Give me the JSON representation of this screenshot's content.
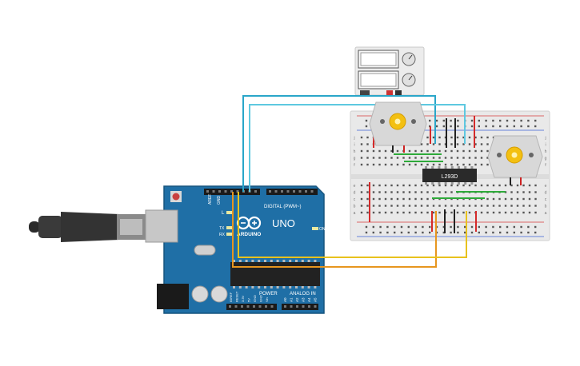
{
  "arduino": {
    "brand": "ARDUINO",
    "model": "UNO",
    "digital_label": "DIGITAL (PWM~)",
    "power_label": "POWER",
    "analog_label": "ANALOG IN",
    "aref": "AREF",
    "gnd": "GND",
    "led_l": "L",
    "led_tx": "TX",
    "led_rx": "RX",
    "on_label": "ON",
    "power_pins": [
      "IOREF",
      "RESET",
      "3.3V",
      "5V",
      "GND",
      "GND",
      "Vin"
    ],
    "analog_pins": [
      "A0",
      "A1",
      "A2",
      "A3",
      "A4",
      "A5"
    ]
  },
  "breadboard": {
    "row_letters_top": [
      "j",
      "i",
      "h",
      "g",
      "f"
    ],
    "row_letters_bottom": [
      "e",
      "d",
      "c",
      "b",
      "a"
    ]
  },
  "chip": {
    "label": "L293D"
  },
  "colors": {
    "board": "#1f6fa6",
    "wire_blue": "#2aa6c9",
    "wire_orange": "#e7961f",
    "wire_yellow": "#e8c21d",
    "wire_red": "#d42a2a",
    "wire_green": "#2eaa3a",
    "motor_gear": "#f3c012"
  }
}
